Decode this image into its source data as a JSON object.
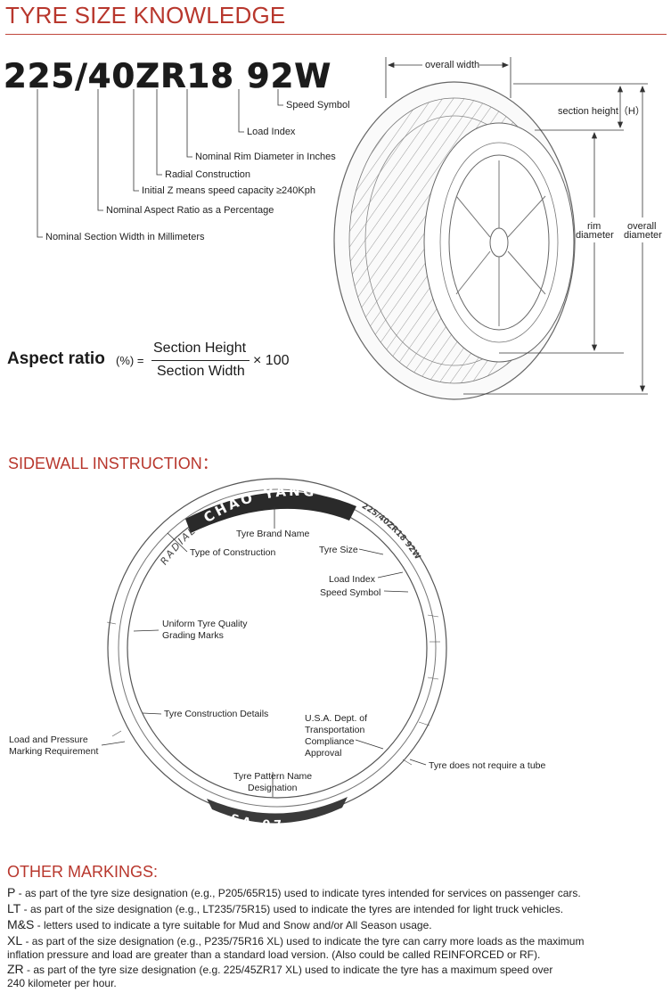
{
  "header": {
    "title": "TYRE SIZE KNOWLEDGE"
  },
  "size_code": "225/40ZR18 92W",
  "size_labels": {
    "speed_symbol": "Speed Symbol",
    "load_index": "Load Index",
    "rim_diameter": "Nominal Rim Diameter in Inches",
    "radial": "Radial Construction",
    "initial_z": "Initial Z means speed capacity ≥240Kph",
    "aspect_ratio": "Nominal Aspect Ratio as a Percentage",
    "section_width": "Nominal Section Width in Millimeters"
  },
  "tyre_dims": {
    "overall_width": "overall width",
    "section_height": "section height（H）",
    "rim_diameter_1": "rim",
    "rim_diameter_2": "diameter",
    "overall_diameter_1": "overall",
    "overall_diameter_2": "diameter"
  },
  "aspect": {
    "label": "Aspect ratio",
    "unit": "(%) =",
    "numerator": "Section Height",
    "denominator": "Section Width",
    "multiplier": "× 100"
  },
  "sidewall": {
    "title": "SIDEWALL INSTRUCTION：",
    "brand_text": "CHAO YANG",
    "radial_text": "RADIAL",
    "size_text": "225/40ZR18 92W",
    "pattern_text": "SA-07",
    "labels": {
      "brand": "Tyre Brand Name",
      "construction": "Type of Construction",
      "size": "Tyre Size",
      "load_index": "Load Index",
      "speed_symbol": "Speed Symbol",
      "utqg_1": "Uniform Tyre Quality",
      "utqg_2": "Grading Marks",
      "construction_details": "Tyre Construction Details",
      "dot_1": "U.S.A. Dept. of",
      "dot_2": "Transportation",
      "dot_3": "Compliance",
      "dot_4": "Approval",
      "load_pressure_1": "Load and Pressure",
      "load_pressure_2": "Marking Requirement",
      "tubeless": "Tyre does not require a tube",
      "pattern_1": "Tyre Pattern Name",
      "pattern_2": "Designation"
    }
  },
  "other": {
    "title": "OTHER MARKINGS:",
    "items": [
      {
        "key": "P",
        "text": " - as part of the tyre size designation (e.g., P205/65R15) used to indicate tyres intended for services on passenger cars."
      },
      {
        "key": "LT",
        "text": " - as part of the size designation (e.g., LT235/75R15) used to indicate the tyres are intended for light truck vehicles."
      },
      {
        "key": "M&S",
        "text": " - letters used to indicate a tyre suitable for Mud and Snow and/or All Season usage."
      },
      {
        "key": "XL",
        "text": " - as part of the size designation (e.g., P235/75R16 XL) used to indicate the tyre can carry more loads as the maximum",
        "text2": "inflation pressure and load are greater than a standard load version. (Also could be called REINFORCED or RF)."
      },
      {
        "key": "ZR",
        "text": " - as part of the tyre size designation (e.g. 225/45ZR17 XL) used to indicate the tyre has a maximum speed over",
        "text2": "240 kilometer per hour."
      }
    ]
  },
  "colors": {
    "accent": "#b8372d",
    "text": "#1a1a1a"
  }
}
